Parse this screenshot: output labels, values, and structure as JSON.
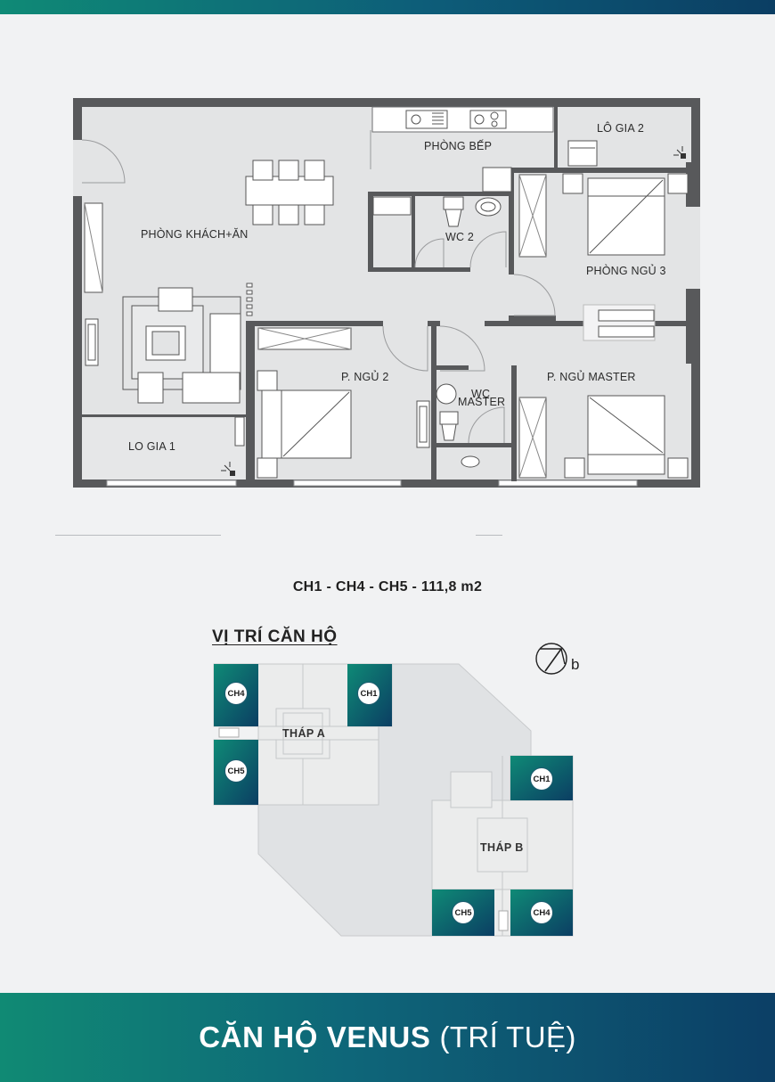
{
  "plan": {
    "rooms": {
      "kitchen": "PHÒNG BẾP",
      "loggia2": "LÔ GIA 2",
      "living": "PHÒNG KHÁCH+ĂN",
      "wc2": "WC 2",
      "bedroom3": "PHÒNG NGỦ 3",
      "bedroom2": "P. NGỦ 2",
      "wc_master_1": "WC",
      "wc_master_2": "MASTER",
      "master_bedroom": "P. NGỦ MASTER",
      "loggia1": "LO GIA 1"
    }
  },
  "unit_title": "CH1 - CH4 - CH5 - 111,8 m2",
  "location": {
    "heading": "VỊ TRÍ CĂN HỘ",
    "compass_letter": "b",
    "tower_a": {
      "label": "THÁP A",
      "units": [
        "CH4",
        "CH1",
        "CH5"
      ]
    },
    "tower_b": {
      "label": "THÁP B",
      "units": [
        "CH1",
        "CH5",
        "CH4"
      ]
    },
    "colors": {
      "highlight_start": "#0f8a76",
      "highlight_end": "#0b3e63"
    }
  },
  "banner": {
    "bold": "CĂN HỘ VENUS",
    "light": "(TRÍ TUỆ)"
  }
}
